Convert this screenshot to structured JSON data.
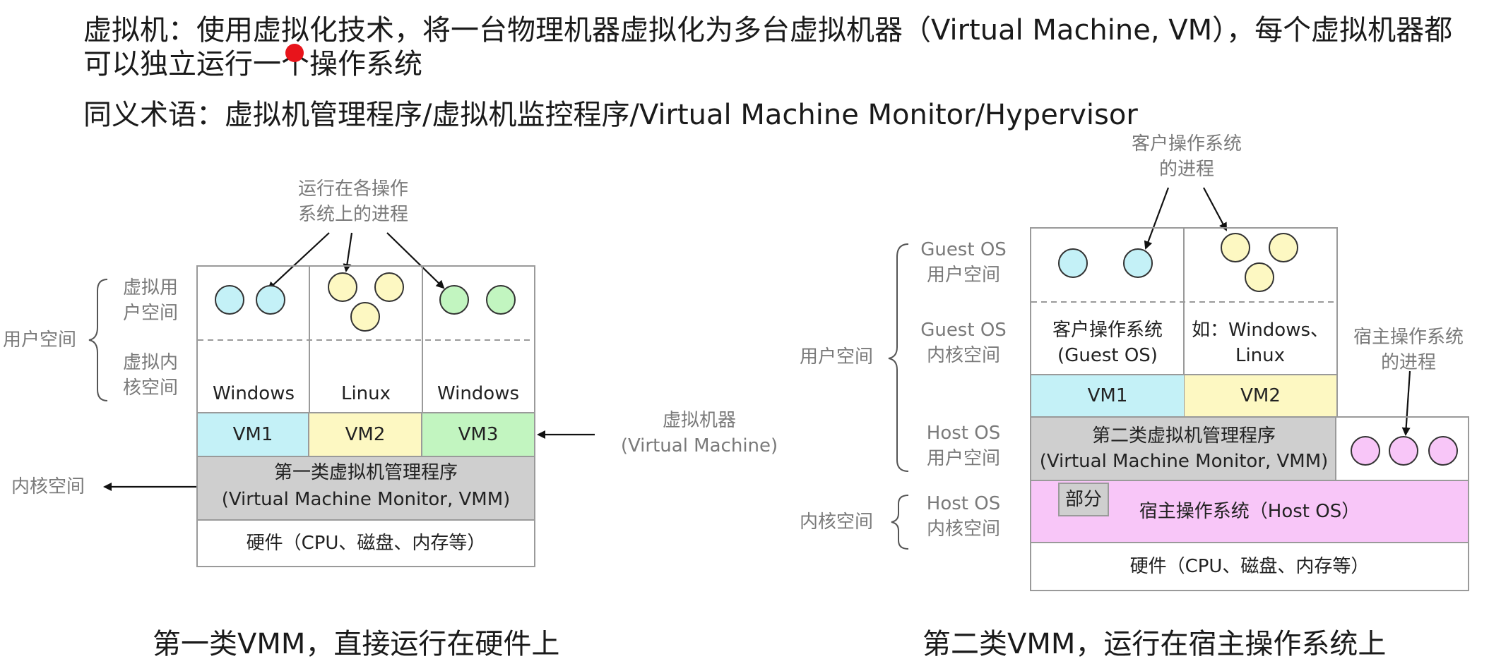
{
  "header": {
    "definition_line1": "虚拟机：使用虚拟化技术，将一台物理机器虚拟化为多台虚拟机器（Virtual Machine, VM），每个虚拟机器都",
    "definition_line2": "可以独立运行一个操作系统",
    "synonyms": "同义术语：虚拟机管理程序/虚拟机监控程序/Virtual Machine Monitor/Hypervisor"
  },
  "type1": {
    "callout_processes_line1": "运行在各操作",
    "callout_processes_line2": "系统上的进程",
    "user_space": "用户空间",
    "virtual_user_space_line1": "虚拟用",
    "virtual_user_space_line2": "户空间",
    "virtual_kernel_space_line1": "虚拟内",
    "virtual_kernel_space_line2": "核空间",
    "kernel_space": "内核空间",
    "vm_callout_line1": "虚拟机器",
    "vm_callout_line2": "(Virtual Machine)",
    "os": [
      "Windows",
      "Linux",
      "Windows"
    ],
    "vms": [
      "VM1",
      "VM2",
      "VM3"
    ],
    "vmm_line1": "第一类虚拟机管理程序",
    "vmm_line2": "(Virtual Machine Monitor, VMM)",
    "hardware": "硬件（CPU、磁盘、内存等）",
    "caption": "第一类VMM，直接运行在硬件上"
  },
  "type2": {
    "callout_guest_line1": "客户操作系统",
    "callout_guest_line2": "的进程",
    "guest_user_line1": "Guest OS",
    "guest_user_line2": "用户空间",
    "guest_kernel_line1": "Guest OS",
    "guest_kernel_line2": "内核空间",
    "host_user_line1": "Host OS",
    "host_user_line2": "用户空间",
    "host_kernel_line1": "Host OS",
    "host_kernel_line2": "内核空间",
    "user_space": "用户空间",
    "kernel_space": "内核空间",
    "guest_os_line1": "客户操作系统",
    "guest_os_line2": "(Guest OS)",
    "example_line1": "如：Windows、",
    "example_line2": "Linux",
    "vms": [
      "VM1",
      "VM2"
    ],
    "host_proc_line1": "宿主操作系统",
    "host_proc_line2": "的进程",
    "vmm_line1": "第二类虚拟机管理程序",
    "vmm_line2": "(Virtual Machine Monitor, VMM)",
    "part": "部分",
    "host_os": "宿主操作系统（Host OS）",
    "hardware": "硬件（CPU、磁盘、内存等）",
    "caption": "第二类VMM，运行在宿主操作系统上"
  },
  "colors": {
    "cyan": "#c4f1f7",
    "yellow": "#fdf8c2",
    "green": "#c2f5c0",
    "gray": "#cfcfcf",
    "pink": "#f8c6f8",
    "laser_dot": "#e8141b"
  }
}
